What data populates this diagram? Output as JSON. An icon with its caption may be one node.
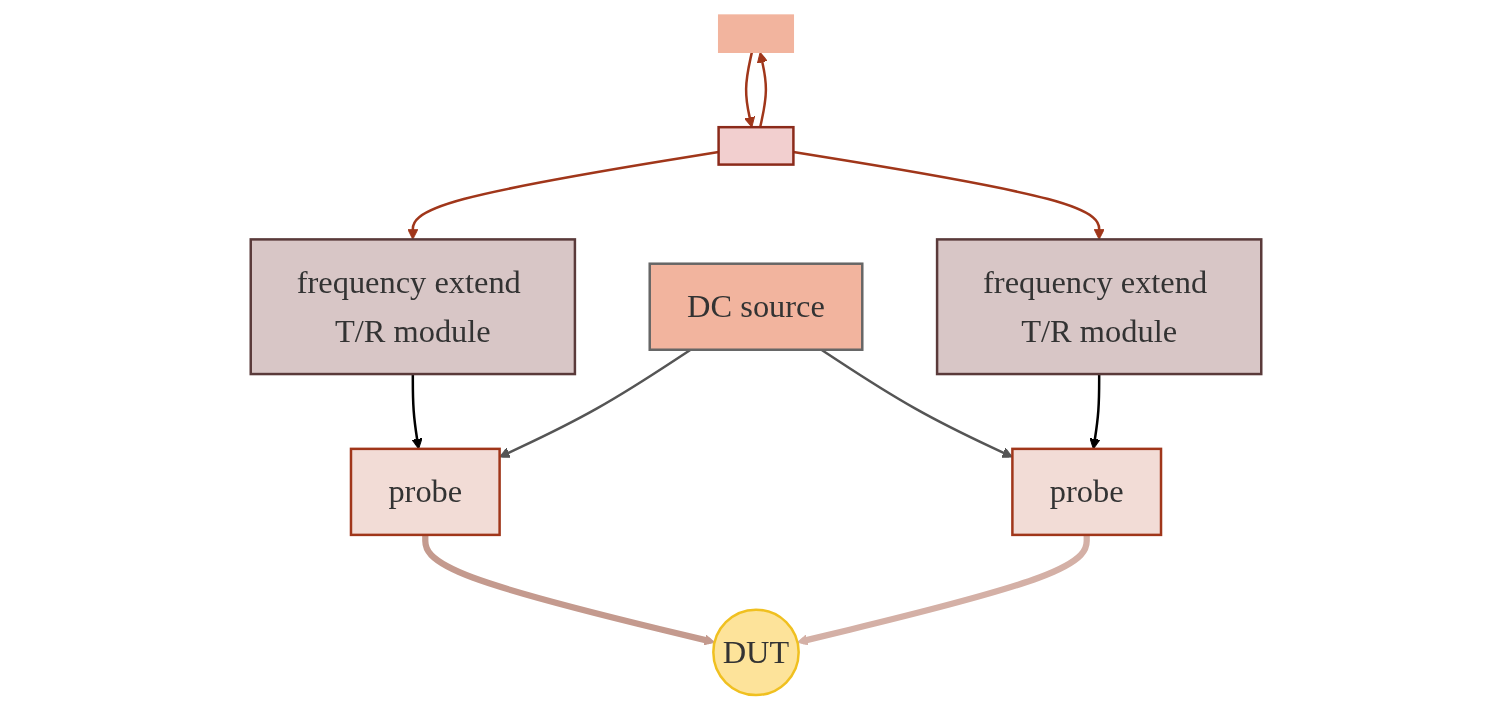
{
  "diagram": {
    "nodes": [
      {
        "text": [],
        "shape": "box"
      },
      {
        "text": [],
        "shape": "box"
      },
      {
        "text": [
          "DC source"
        ]
      },
      {
        "text": [
          "frequency extend T/R module"
        ]
      },
      {
        "text": [
          "probe"
        ]
      },
      {
        "text": [
          "DUT"
        ]
      },
      {
        "text": [
          "probe"
        ]
      },
      {
        "text": [
          "frequency extend T/R module"
        ]
      }
    ],
    "edges": [
      {
        "from": 0,
        "to": 1,
        "arrow": "to"
      },
      {
        "from": 1,
        "to": 0,
        "arrow": "to"
      },
      {
        "from": 1,
        "to": 3,
        "arrow": "to"
      },
      {
        "from": 1,
        "to": 7,
        "arrow": "to"
      },
      {
        "from": 2,
        "to": 4,
        "arrow": "to",
        "color": "#555555"
      },
      {
        "from": 2,
        "to": 6,
        "arrow": "to",
        "color": "#555555"
      },
      {
        "from": 3,
        "to": 4,
        "arrow": "to",
        "color": "#000000"
      },
      {
        "from": 7,
        "to": 6,
        "arrow": "to",
        "color": "#000000"
      },
      {
        "from": 4,
        "to": 5,
        "arrow": "to",
        "style": "thick",
        "color": "#c49a8e"
      },
      {
        "from": 6,
        "to": 5,
        "arrow": "to",
        "style": "thick",
        "color": "#d4b0a6"
      }
    ]
  }
}
